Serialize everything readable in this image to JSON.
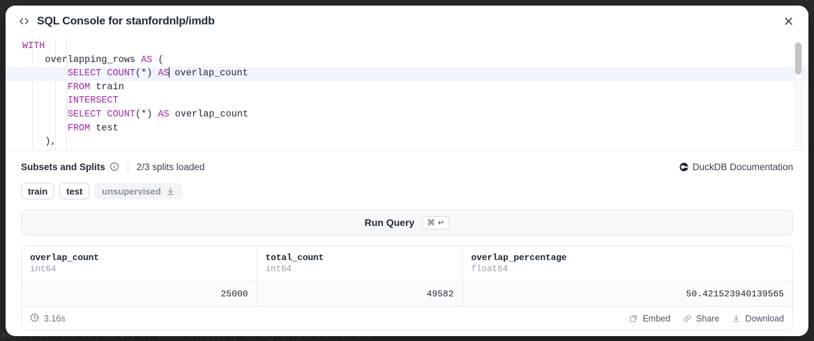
{
  "backdrop": {
    "text": "cause this film can hardly be taken seriously on any level. As for the"
  },
  "modal": {
    "title": "SQL Console for stanfordnlp/imdb",
    "code_icon": "code-brackets-icon",
    "close_icon": "close-icon"
  },
  "editor": {
    "lines": [
      [
        {
          "t": "WITH",
          "c": "kw"
        }
      ],
      [
        {
          "t": "    overlapping_rows ",
          "c": "plain"
        },
        {
          "t": "AS",
          "c": "kw"
        },
        {
          "t": " (",
          "c": "plain"
        }
      ],
      [
        {
          "t": "        ",
          "c": "plain"
        },
        {
          "t": "SELECT COUNT",
          "c": "kw"
        },
        {
          "t": "(*) ",
          "c": "plain"
        },
        {
          "t": "AS",
          "c": "kw"
        },
        {
          "t": "CARET",
          "c": "caret"
        },
        {
          "t": " overlap_count",
          "c": "plain"
        }
      ],
      [
        {
          "t": "        ",
          "c": "plain"
        },
        {
          "t": "FROM",
          "c": "kw"
        },
        {
          "t": " train",
          "c": "plain"
        }
      ],
      [
        {
          "t": "        ",
          "c": "plain"
        },
        {
          "t": "INTERSECT",
          "c": "kw"
        }
      ],
      [
        {
          "t": "        ",
          "c": "plain"
        },
        {
          "t": "SELECT COUNT",
          "c": "kw"
        },
        {
          "t": "(*) ",
          "c": "plain"
        },
        {
          "t": "AS",
          "c": "kw"
        },
        {
          "t": " overlap_count",
          "c": "plain"
        }
      ],
      [
        {
          "t": "        ",
          "c": "plain"
        },
        {
          "t": "FROM",
          "c": "kw"
        },
        {
          "t": " test",
          "c": "plain"
        }
      ],
      [
        {
          "t": "    ),",
          "c": "plain"
        }
      ]
    ],
    "active_line_index": 2,
    "keyword_color": "#a626a4",
    "active_line_bg": "#eff4fd"
  },
  "subsets": {
    "title": "Subsets and Splits",
    "info_icon": "info-circle-icon",
    "splits_loaded": "2/3 splits loaded",
    "duckdb_link": "DuckDB Documentation",
    "duckdb_icon": "duckdb-logo-icon",
    "pills": [
      {
        "label": "train",
        "loaded": true
      },
      {
        "label": "test",
        "loaded": true
      },
      {
        "label": "unsupervised",
        "loaded": false,
        "icon": "download-icon"
      }
    ]
  },
  "run": {
    "label": "Run Query",
    "shortcut_cmd": "⌘",
    "shortcut_enter": "↵"
  },
  "results": {
    "columns": [
      {
        "name": "overlap_count",
        "type": "int64"
      },
      {
        "name": "total_count",
        "type": "int64"
      },
      {
        "name": "overlap_percentage",
        "type": "float64"
      }
    ],
    "rows": [
      [
        "25000",
        "49582",
        "50.421523940139565"
      ]
    ],
    "footer": {
      "clock_icon": "clock-icon",
      "duration": "3.16s",
      "actions": [
        {
          "label": "Embed",
          "icon": "copy-icon"
        },
        {
          "label": "Share",
          "icon": "link-icon"
        },
        {
          "label": "Download",
          "icon": "download-icon"
        }
      ]
    }
  }
}
